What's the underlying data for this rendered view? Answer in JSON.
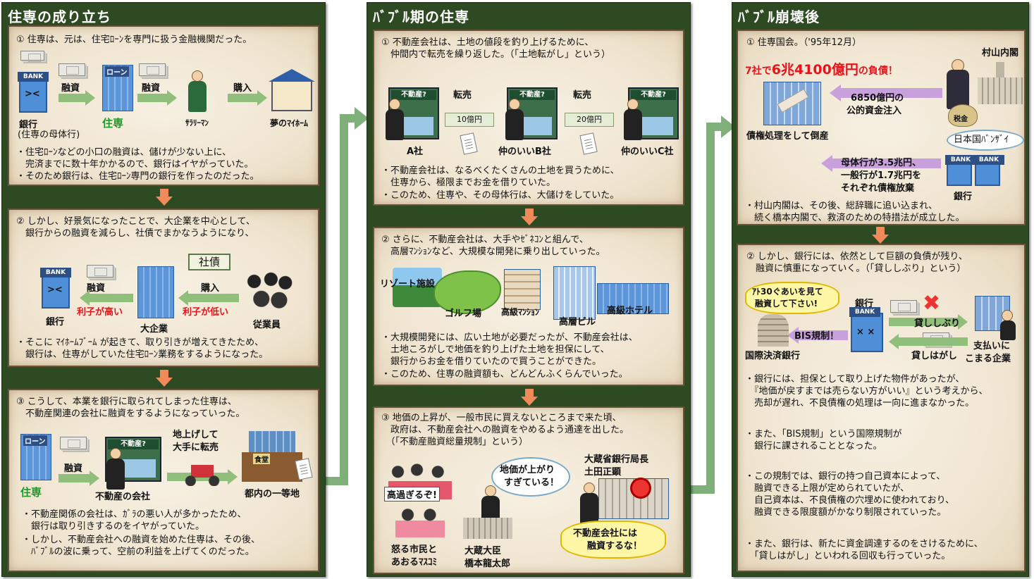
{
  "col1": {
    "title": "住専の成り立ち",
    "p1": {
      "head": "① 住専は、元は、住宅ﾛｰﾝを専門に扱う金融機関だった。",
      "rone": "ローン",
      "l_finance1": "融資",
      "l_finance2": "融資",
      "l_buy": "購入",
      "bank": "銀行",
      "bank_sub": "(住専の母体行)",
      "jusen": "住専",
      "salaryman": "ｻﾗﾘｰﾏﾝ",
      "home": "夢のﾏｲﾎｰﾑ",
      "b1a": "・住宅ﾛｰﾝなどの小口の融資は、儲けが少ない上に、",
      "b1b": "　完済までに数十年かかるので、銀行はイヤがっていた。",
      "b2": "・そのため銀行は、住宅ﾛｰﾝ専門の銀行を作ったのだった。"
    },
    "p2": {
      "head1": "② しかし、好景気になったことで、大企業を中心として、",
      "head2": "　銀行からの融資を減らし、社債でまかなうようになり、",
      "l_finance": "融資",
      "high": "利子が高い",
      "low": "利子が低い",
      "bond": "社債",
      "buy": "購入",
      "bank": "銀行",
      "big": "大企業",
      "emp": "従業員",
      "b1a": "・そこに ﾏｲﾎｰﾑﾌﾞｰﾑ が起きて、取り引きが増えてきたため、",
      "b1b": "　銀行は、住専がしていた住宅ﾛｰﾝ業務をするようになった。"
    },
    "p3": {
      "head1": "③ こうして、本業を銀行に取られてしまった住専は、",
      "head2": "　不動産関連の会社に融資をするようになっていった。",
      "l_finance": "融資",
      "jiage1": "地上げして",
      "jiage2": "大手に転売",
      "jusen": "住専",
      "company": "不動産の会社",
      "land": "都内の一等地",
      "sign": "不動産?",
      "shop": "食堂",
      "rone": "ローン",
      "b1a": "・不動産関係の会社は、ｶﾞﾗの悪い人が多かったため、",
      "b1b": "　銀行は取り引きするのをイヤがっていた。",
      "b2a": "・しかし、不動産会社への融資を始めた住専は、その後、",
      "b2b": "　ﾊﾞﾌﾞﾙの波に乗って、空前の利益を上げてくのだった。"
    }
  },
  "col2": {
    "title": "ﾊﾞﾌﾞﾙ期の住専",
    "p1": {
      "head1": "① 不動産会社は、土地の値段を釣り上げるために、",
      "head2": "　仲間内で転売を繰り返した。（「土地転がし」という）",
      "resell1": "転売",
      "resell2": "転売",
      "price1": "10億円",
      "price2": "20億円",
      "sign": "不動産?",
      "a": "A社",
      "b": "仲のいいB社",
      "c": "仲のいいC社",
      "b1a": "・不動産会社は、なるべくたくさんの土地を買うために、",
      "b1b": "　住専から、極限までお金を借りていた。",
      "b2": "・このため、住専や、その母体行は、大儲けをしていた。"
    },
    "p2": {
      "head1": "② さらに、不動産会社は、大手やｾﾞﾈｺﾝと組んで、",
      "head2": "　高層ﾏﾝｼｮﾝなど、大規模な開発に乗り出していった。",
      "resort": "リゾート施設",
      "golf": "ゴルフ場",
      "mansion": "高級ﾏﾝｼｮﾝ",
      "tower": "高層ビル",
      "hotel": "高級ホテル",
      "b1a": "・大規模開発には、広い土地が必要だったが、不動産会社は、",
      "b1b": "　土地ころがしで地価を釣り上げた土地を担保にして、",
      "b1c": "　銀行からお金を借りていたので買うことができた。",
      "b2": "・このため、住専の融資額も、どんどんふくらんでいった。"
    },
    "p3": {
      "head1": "③ 地価の上昇が、一般市民に買えないところまで来た頃、",
      "head2": "　政府は、不動産会社への融資をやめるよう通達を出した。",
      "head3": "　（「不動産融資総量規制」という）",
      "bubble1": "地価が上がり",
      "bubble2": "すぎている！",
      "placard": "高過ぎるぞ!",
      "citizen1": "怒る市民と",
      "citizen2": "あおるﾏｽｺﾐ",
      "minister1": "大蔵大臣",
      "minister2": "橋本龍太郎",
      "director1": "大蔵省銀行局長",
      "director2": "土田正顕",
      "order1": "不動産会社には",
      "order2": "融資するな！"
    }
  },
  "col3": {
    "title": "ﾊﾞﾌﾞﾙ崩壊後",
    "p1": {
      "head": "① 住専国会。（'95年12月）",
      "murayama": "村山内閣",
      "debt_pre": "7社で",
      "debt_main": "6兆4100億円",
      "debt_post": "の負債！",
      "pub1": "6850億円の",
      "pub2": "公的資金注入",
      "tax": "税金",
      "collapse": "債権処理をして倒産",
      "banzai": "日本国ﾊﾞﾝｻﾞｲ",
      "w1": "母体行が3.5兆円、",
      "w2": "一般行が1.7兆円を",
      "w3": "それぞれ債権放棄",
      "bank": "銀行",
      "b1a": "・村山内閣は、その後、総辞職に追い込まれ、",
      "b1b": "　続く橋本内閣で、救済のための特措法が成立した。"
    },
    "p2": {
      "head1": "② しかし、銀行には、依然として巨額の負債が残り、",
      "head2": "　融資に慎重になっていく。（「貸ししぶり」という）",
      "plea1": "ｱﾄ30ぐあいを見て",
      "plea2": "融資して下さい!",
      "bankl": "銀行",
      "shibu": "貸ししぶり",
      "bis": "BIS規制！",
      "bis_bank": "国際決済銀行",
      "hagashi": "貸しはがし",
      "trouble1": "支払いに",
      "trouble2": "こまる企業",
      "b1a": "・銀行には、担保として取り上げた物件があったが、",
      "b1b": "　『地価が戻すまでは売らない方がいい』という考えから、",
      "b1c": "　売却が遅れ、不良債権の処理は一向に進まなかった。",
      "b2a": "・また、「BIS規制」という国際規制が",
      "b2b": "　銀行に課されることとなった。",
      "b3a": "・この規制では、銀行の持つ自己資本によって、",
      "b3b": "　融資できる上限が定められていたが、",
      "b3c": "　自己資本は、不良債権の穴埋めに使われており、",
      "b3d": "　融資できる限度額がかなり制限されていった。",
      "b4a": "・また、銀行は、新たに資金調達するのをさけるために、",
      "b4b": "　「貸しはがし」といわれる回収も行っていった。"
    }
  },
  "bank_sign": "BANK",
  "colors": {
    "frame": "#2d4a22",
    "arrow_green": "#8fbf7a",
    "arrow_orange": "#f08a5a",
    "arrow_purple": "#c8a0dc",
    "red": "#e8121a",
    "green": "#1e9a2a"
  }
}
